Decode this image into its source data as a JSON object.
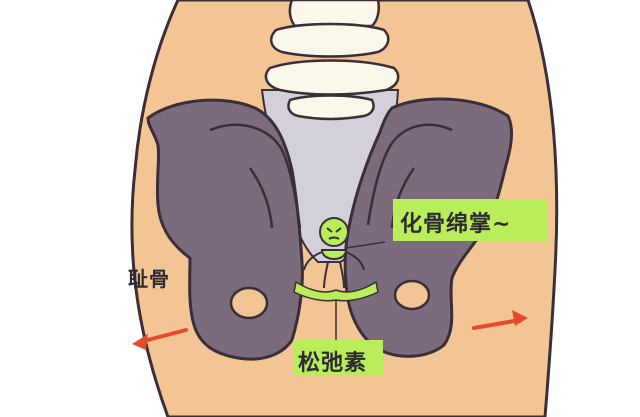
{
  "labels": {
    "pubic_bone": "耻骨",
    "relaxin": "松弛素",
    "speech": "化骨绵掌~"
  },
  "colors": {
    "skin": "#f3c594",
    "outline": "#3a2f38",
    "bone": "#7b6b7d",
    "sacrum": "#d3d0d9",
    "vertebra": "#fbf7ea",
    "relaxin_green": "#b9ee5a",
    "arrow_red": "#e64a2e"
  },
  "icons": {
    "vertebrae": "vertebra-stack-icon",
    "character": "relaxin-character-icon",
    "arrows": "outward-arrow-icon"
  }
}
